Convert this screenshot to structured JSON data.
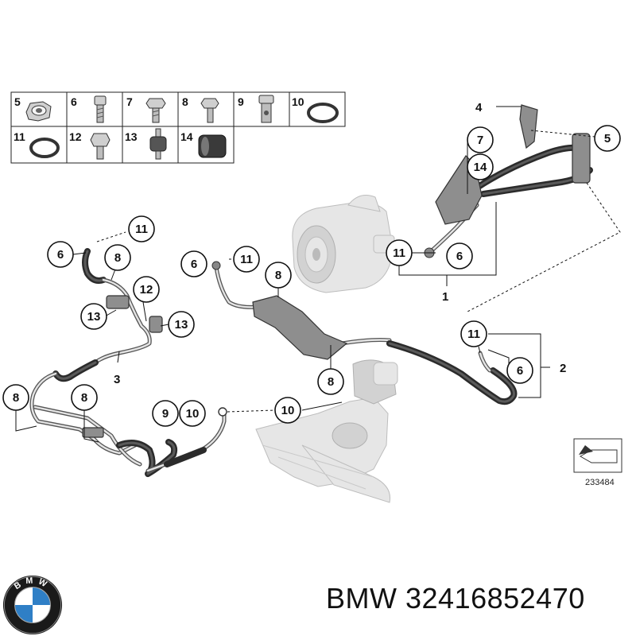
{
  "caption": {
    "brand": "BMW",
    "part_number": "32416852470"
  },
  "logo": {
    "letters": "BMW",
    "colors": {
      "ring": "#1a1a1a",
      "blue": "#2f7fc6",
      "white": "#ffffff"
    }
  },
  "reference_number": "233484",
  "legend": [
    {
      "number": "5"
    },
    {
      "number": "6"
    },
    {
      "number": "7"
    },
    {
      "number": "8"
    },
    {
      "number": "9"
    },
    {
      "number": "10"
    },
    {
      "number": "11"
    },
    {
      "number": "12"
    },
    {
      "number": "13"
    },
    {
      "number": "14"
    }
  ],
  "callouts": [
    {
      "label": "4"
    },
    {
      "label": "5"
    },
    {
      "label": "7"
    },
    {
      "label": "14"
    },
    {
      "label": "11"
    },
    {
      "label": "6"
    },
    {
      "label": "1"
    },
    {
      "label": "11"
    },
    {
      "label": "6"
    },
    {
      "label": "8"
    },
    {
      "label": "12"
    },
    {
      "label": "13"
    },
    {
      "label": "13"
    },
    {
      "label": "3"
    },
    {
      "label": "6"
    },
    {
      "label": "11"
    },
    {
      "label": "8"
    },
    {
      "label": "8"
    },
    {
      "label": "11"
    },
    {
      "label": "6"
    },
    {
      "label": "2"
    },
    {
      "label": "8"
    },
    {
      "label": "8"
    },
    {
      "label": "9"
    },
    {
      "label": "10"
    },
    {
      "label": "10"
    }
  ]
}
